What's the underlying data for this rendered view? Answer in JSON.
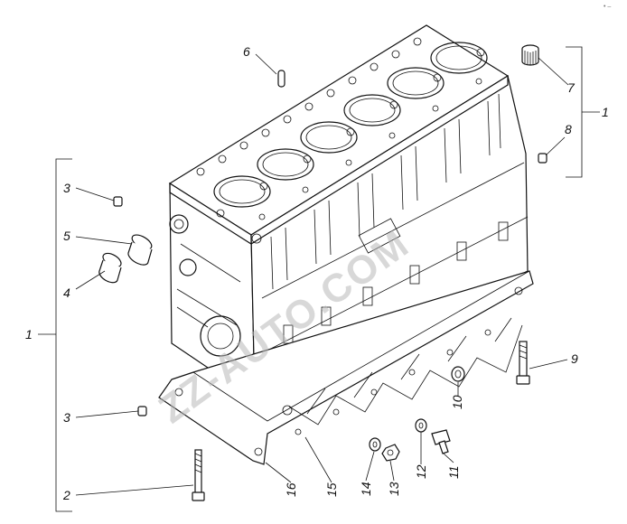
{
  "watermark": "ZZ-AUTO.COM",
  "corner_mark": "• –",
  "callouts": [
    {
      "id": "c1a",
      "label": "1"
    },
    {
      "id": "c1b",
      "label": "1"
    },
    {
      "id": "c2",
      "label": "2"
    },
    {
      "id": "c3a",
      "label": "3"
    },
    {
      "id": "c3b",
      "label": "3"
    },
    {
      "id": "c4",
      "label": "4"
    },
    {
      "id": "c5",
      "label": "5"
    },
    {
      "id": "c6",
      "label": "6"
    },
    {
      "id": "c7",
      "label": "7"
    },
    {
      "id": "c8",
      "label": "8"
    },
    {
      "id": "c9",
      "label": "9"
    },
    {
      "id": "c10",
      "label": "10"
    },
    {
      "id": "c11",
      "label": "11"
    },
    {
      "id": "c12",
      "label": "12"
    },
    {
      "id": "c13",
      "label": "13"
    },
    {
      "id": "c14",
      "label": "14"
    },
    {
      "id": "c15",
      "label": "15"
    },
    {
      "id": "c16",
      "label": "16"
    }
  ]
}
